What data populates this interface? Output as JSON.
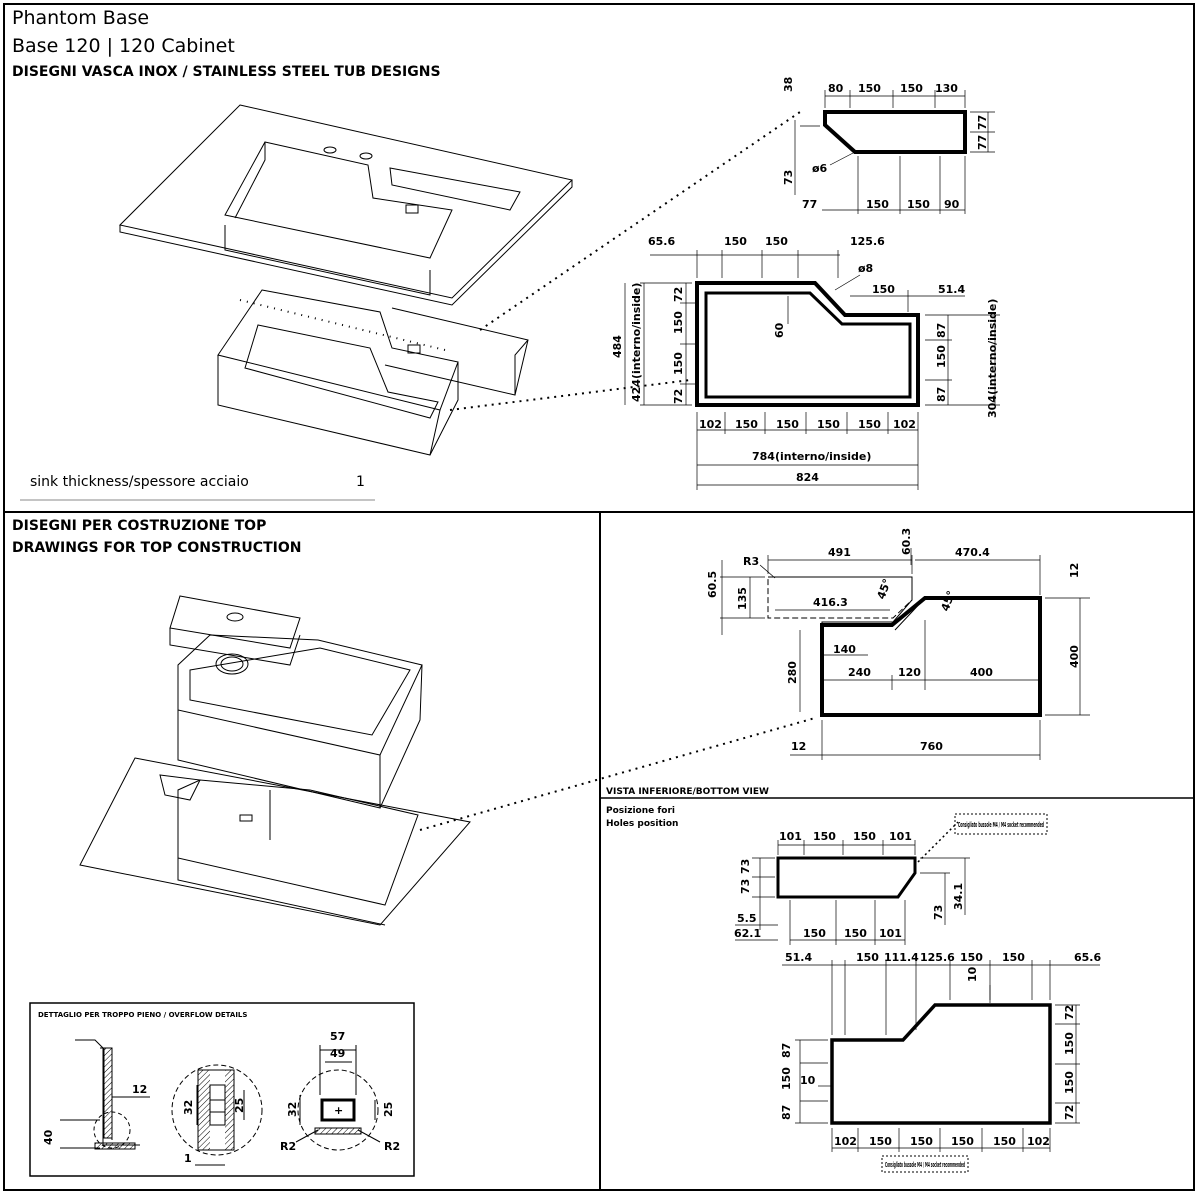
{
  "header": {
    "title": "Phantom Base",
    "subtitle": "Base 120 | 120 Cabinet",
    "section1": "DISEGNI VASCA INOX / STAINLESS STEEL TUB DESIGNS"
  },
  "top_panel": {
    "thickness_label": "sink thickness/spessore acciaio",
    "thickness_value": "1",
    "small_section": {
      "dims_top": [
        "80",
        "150",
        "150",
        "130"
      ],
      "dims_bottom": [
        "77",
        "150",
        "150",
        "90"
      ],
      "left_top": "38",
      "left_bottom": "73",
      "right": [
        "77",
        "77"
      ],
      "hole": "ø6"
    },
    "large_section": {
      "dims_top": [
        "65.6",
        "150",
        "150",
        "125.6"
      ],
      "hole": "ø8",
      "inner_right": [
        "150",
        "51.4"
      ],
      "inner_height": "60",
      "left": [
        "72",
        "150",
        "150",
        "72"
      ],
      "left_total_inside": "424(interno/inside)",
      "left_total": "484",
      "right": [
        "87",
        "150",
        "87"
      ],
      "right_total_inside": "304(interno/inside)",
      "bottom": [
        "102",
        "150",
        "150",
        "150",
        "150",
        "102"
      ],
      "bottom_inside": "784(interno/inside)",
      "bottom_total": "824"
    }
  },
  "bottom_left": {
    "section_line1": "DISEGNI PER COSTRUZIONE TOP",
    "section_line2": "DRAWINGS FOR TOP CONSTRUCTION",
    "detail_title": "DETTAGLIO PER TROPPO PIENO / OVERFLOW DETAILS",
    "detail_dims": {
      "d12": "12",
      "d40": "40",
      "d1": "1",
      "d32a": "32",
      "d25a": "25",
      "d57": "57",
      "d49": "49",
      "d32b": "32",
      "d25b": "25",
      "r2a": "R2",
      "r2b": "R2"
    }
  },
  "bottom_view": {
    "caption": "VISTA INFERIORE/BOTTOM VIEW",
    "r3": "R3",
    "d491": "491",
    "d60_3": "60.3",
    "d470_4": "470.4",
    "d12a": "12",
    "d60_5": "60.5",
    "d135": "135",
    "d416_3": "416.3",
    "a45a": "45°",
    "a45b": "45°",
    "d140": "140",
    "d280": "280",
    "d240": "240",
    "d120": "120",
    "d400a": "400",
    "d400b": "400",
    "d12b": "12",
    "d760": "760"
  },
  "holes_view": {
    "title1": "Posizione fori",
    "title2": "Holes position",
    "note": "Consigliato bussole M4 / M4 socket recommended",
    "upper": {
      "top": [
        "101",
        "150",
        "150",
        "101"
      ],
      "left": [
        "73",
        "73"
      ],
      "left2": [
        "73",
        "73"
      ],
      "left_small": [
        "5.5",
        "62.1"
      ],
      "bottom": [
        "150",
        "150",
        "101"
      ],
      "right": [
        "73",
        "34.1"
      ]
    },
    "lower": {
      "top": [
        "51.4",
        "150",
        "111.4",
        "125.6",
        "150",
        "150",
        "65.6"
      ],
      "d10a": "10",
      "d10b": "10",
      "left": [
        "87",
        "150",
        "87"
      ],
      "right": [
        "72",
        "150",
        "150",
        "72"
      ],
      "bottom": [
        "102",
        "150",
        "150",
        "150",
        "150",
        "102"
      ]
    }
  }
}
